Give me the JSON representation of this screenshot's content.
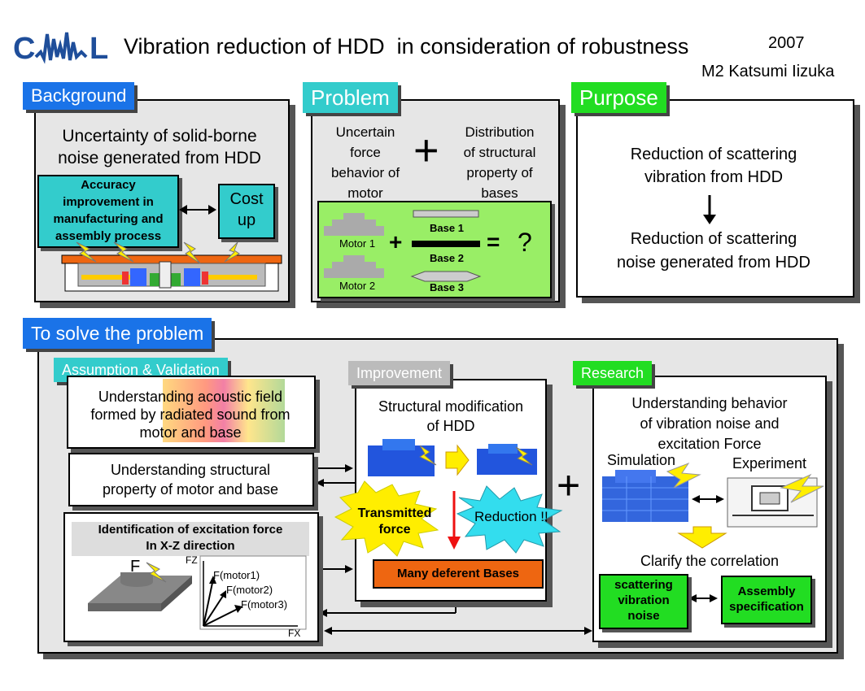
{
  "header": {
    "logo_text": "CAMAL",
    "title": "Vibration reduction of HDD  in consideration of robustness",
    "year": "2007",
    "author": "M2 Katsumi Iizuka"
  },
  "background": {
    "tag": "Background",
    "text_line1": "Uncertainty of solid-borne",
    "text_line2": "noise generated from HDD",
    "accuracy_line1": "Accuracy",
    "accuracy_line2": "improvement in",
    "accuracy_line3": "manufacturing and",
    "accuracy_line4": "assembly process",
    "cost_line1": "Cost",
    "cost_line2": "up"
  },
  "problem": {
    "tag": "Problem",
    "left_line1": "Uncertain",
    "left_line2": "force",
    "left_line3": "behavior of",
    "left_line4": "motor",
    "plus": "+",
    "right_line1": "Distribution",
    "right_line2": "of structural",
    "right_line3": "property of",
    "right_line4": "bases",
    "motor1": "Motor 1",
    "motor2": "Motor 2",
    "base1": "Base 1",
    "base2": "Base 2",
    "base3": "Base 3",
    "equals": "=",
    "question": "?"
  },
  "purpose": {
    "tag": "Purpose",
    "line1": "Reduction of scattering",
    "line2": "vibration from HDD",
    "line3": "Reduction of scattering",
    "line4": "noise generated from HDD"
  },
  "solve": {
    "tag": "To solve the problem",
    "assumption": {
      "tag": "Assumption & Validation",
      "box1_line1": "Understanding acoustic field",
      "box1_line2": "formed by radiated sound from",
      "box1_line3": "motor and base",
      "box2_line1": "Understanding structural",
      "box2_line2": "property of motor and base",
      "box3_line1": "Identification of excitation force",
      "box3_line2": "In X-Z direction",
      "force_label": "F",
      "fz": "FZ",
      "fx": "FX",
      "fm1": "F(motor1)",
      "fm2": "F(motor2)",
      "fm3": "F(motor3)"
    },
    "improvement": {
      "tag": "Improvement",
      "line1": "Structural modification",
      "line2": "of HDD",
      "transmitted_line1": "Transmitted",
      "transmitted_line2": "force",
      "reduction": "Reduction !!",
      "bases": "Many deferent Bases"
    },
    "research": {
      "tag": "Research",
      "line1": "Understanding behavior",
      "line2": "of vibration noise and",
      "line3": "excitation Force",
      "simulation": "Simulation",
      "experiment": "Experiment",
      "clarify": "Clarify the correlation",
      "scat_line1": "scattering",
      "scat_line2": "vibration",
      "scat_line3": "noise",
      "assembly_line1": "Assembly",
      "assembly_line2": "specification"
    },
    "plus": "+"
  },
  "colors": {
    "blue_tag": "#1a73e8",
    "cyan": "#33cccc",
    "green": "#22dd22",
    "light_green": "#99ee66",
    "orange": "#ee6611",
    "yellow": "#ffee00",
    "logo_blue": "#1f4e9a"
  }
}
